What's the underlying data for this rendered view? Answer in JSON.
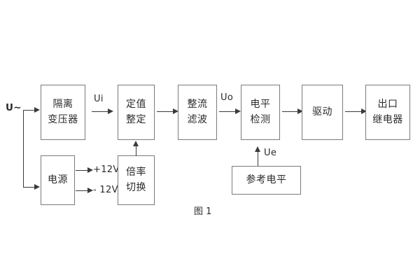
{
  "figure": {
    "caption": "图 1",
    "blocks": [
      {
        "id": "isolation-transformer",
        "lines": [
          "隔离",
          "变压器"
        ]
      },
      {
        "id": "setting-value",
        "lines": [
          "定值",
          "整定"
        ]
      },
      {
        "id": "rectify-filter",
        "lines": [
          "整流",
          "滤波"
        ]
      },
      {
        "id": "level-detect",
        "lines": [
          "电平",
          "检测"
        ]
      },
      {
        "id": "drive",
        "lines": [
          "驱动"
        ]
      },
      {
        "id": "output-relay",
        "lines": [
          "出口",
          "继电器"
        ]
      },
      {
        "id": "power-supply",
        "lines": [
          "电源"
        ]
      },
      {
        "id": "multiplier-switch",
        "lines": [
          "倍率",
          "切换"
        ]
      },
      {
        "id": "reference-level",
        "lines": [
          "参考电平"
        ]
      }
    ],
    "signals": {
      "input_source": "U~",
      "ui": "Ui",
      "uo": "Uo",
      "ue": "Ue",
      "supply_positive": "+12V",
      "supply_negative": "- 12V"
    }
  }
}
